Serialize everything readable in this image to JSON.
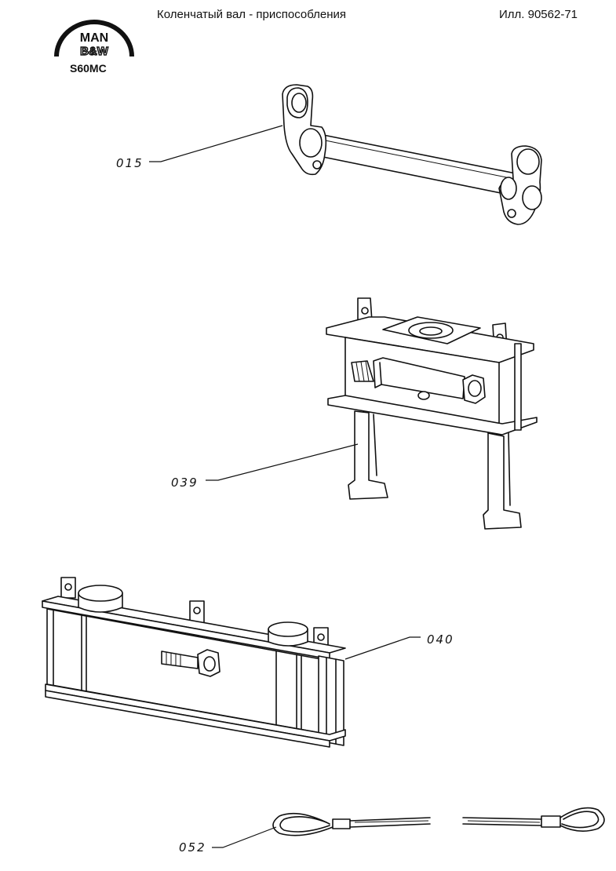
{
  "header": {
    "title": "Коленчатый вал - приспособления",
    "illustration_ref": "Илл. 90562-71",
    "model": "S60MC"
  },
  "logo": {
    "line1": "MAN",
    "line2": "B&W"
  },
  "parts": [
    {
      "label": "015"
    },
    {
      "label": "039"
    },
    {
      "label": "040"
    },
    {
      "label": "052"
    }
  ]
}
